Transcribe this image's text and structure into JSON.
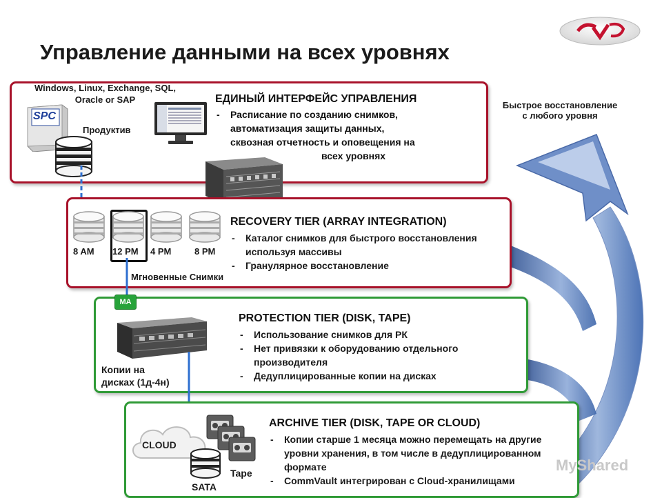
{
  "slide": {
    "title": "Управление данными на всех уровнях",
    "logo_text": "CV",
    "watermark": "MyShared"
  },
  "management": {
    "os_label_1": "Windows, Linux, Exchange, SQL,",
    "os_label_2": "Oracle or SAP",
    "spc_label": "SPC",
    "production_label": "Продуктив",
    "heading": "ЕДИНЫЙ ИНТЕРФЕЙС УПРАВЛЕНИЯ",
    "bullet_lines": [
      "Расписание по созданию снимков,",
      "автоматизация защиты данных,",
      "сквозная отчетность и оповещения на",
      "всех уровнях"
    ]
  },
  "restore_note": {
    "line1": "Быстрое восстановление",
    "line2": "с любого уровня"
  },
  "recovery": {
    "heading": "RECOVERY TIER (ARRAY INTEGRATION)",
    "snap_times": [
      "8 AM",
      "12 PM",
      "4 PM",
      "8 PM"
    ],
    "snapshots_label": "Мгновенные Снимки",
    "bullets": [
      "Каталог снимков для быстрого восстановления используя массивы",
      "Гранулярное восстановление"
    ]
  },
  "protection": {
    "ma_label": "MA",
    "heading": "PROTECTION TIER (DISK, TAPE)",
    "copies_label_1": "Копии на",
    "copies_label_2": "дисках (1д-4н)",
    "bullets": [
      "Использование снимков для РК",
      "Нет привязки к оборудованию отдельного производителя",
      "Дедуплицированные копии на дисках"
    ]
  },
  "archive": {
    "heading": "ARCHIVE TIER (DISK, TAPE OR CLOUD)",
    "cloud_label": "CLOUD",
    "tape_label": "Tape",
    "sata_label": "SATA",
    "bullets": [
      "Копии старше 1 месяца можно перемещать на другие уровни хранения, в том числе в дедуплицированном формате",
      "CommVault интегрирован с Cloud-хранилищами"
    ]
  },
  "colors": {
    "red_border": "#a8122a",
    "green_border": "#2f9a36",
    "arrow_blue": "#2e6fd0",
    "ma_green": "#27a33a"
  }
}
